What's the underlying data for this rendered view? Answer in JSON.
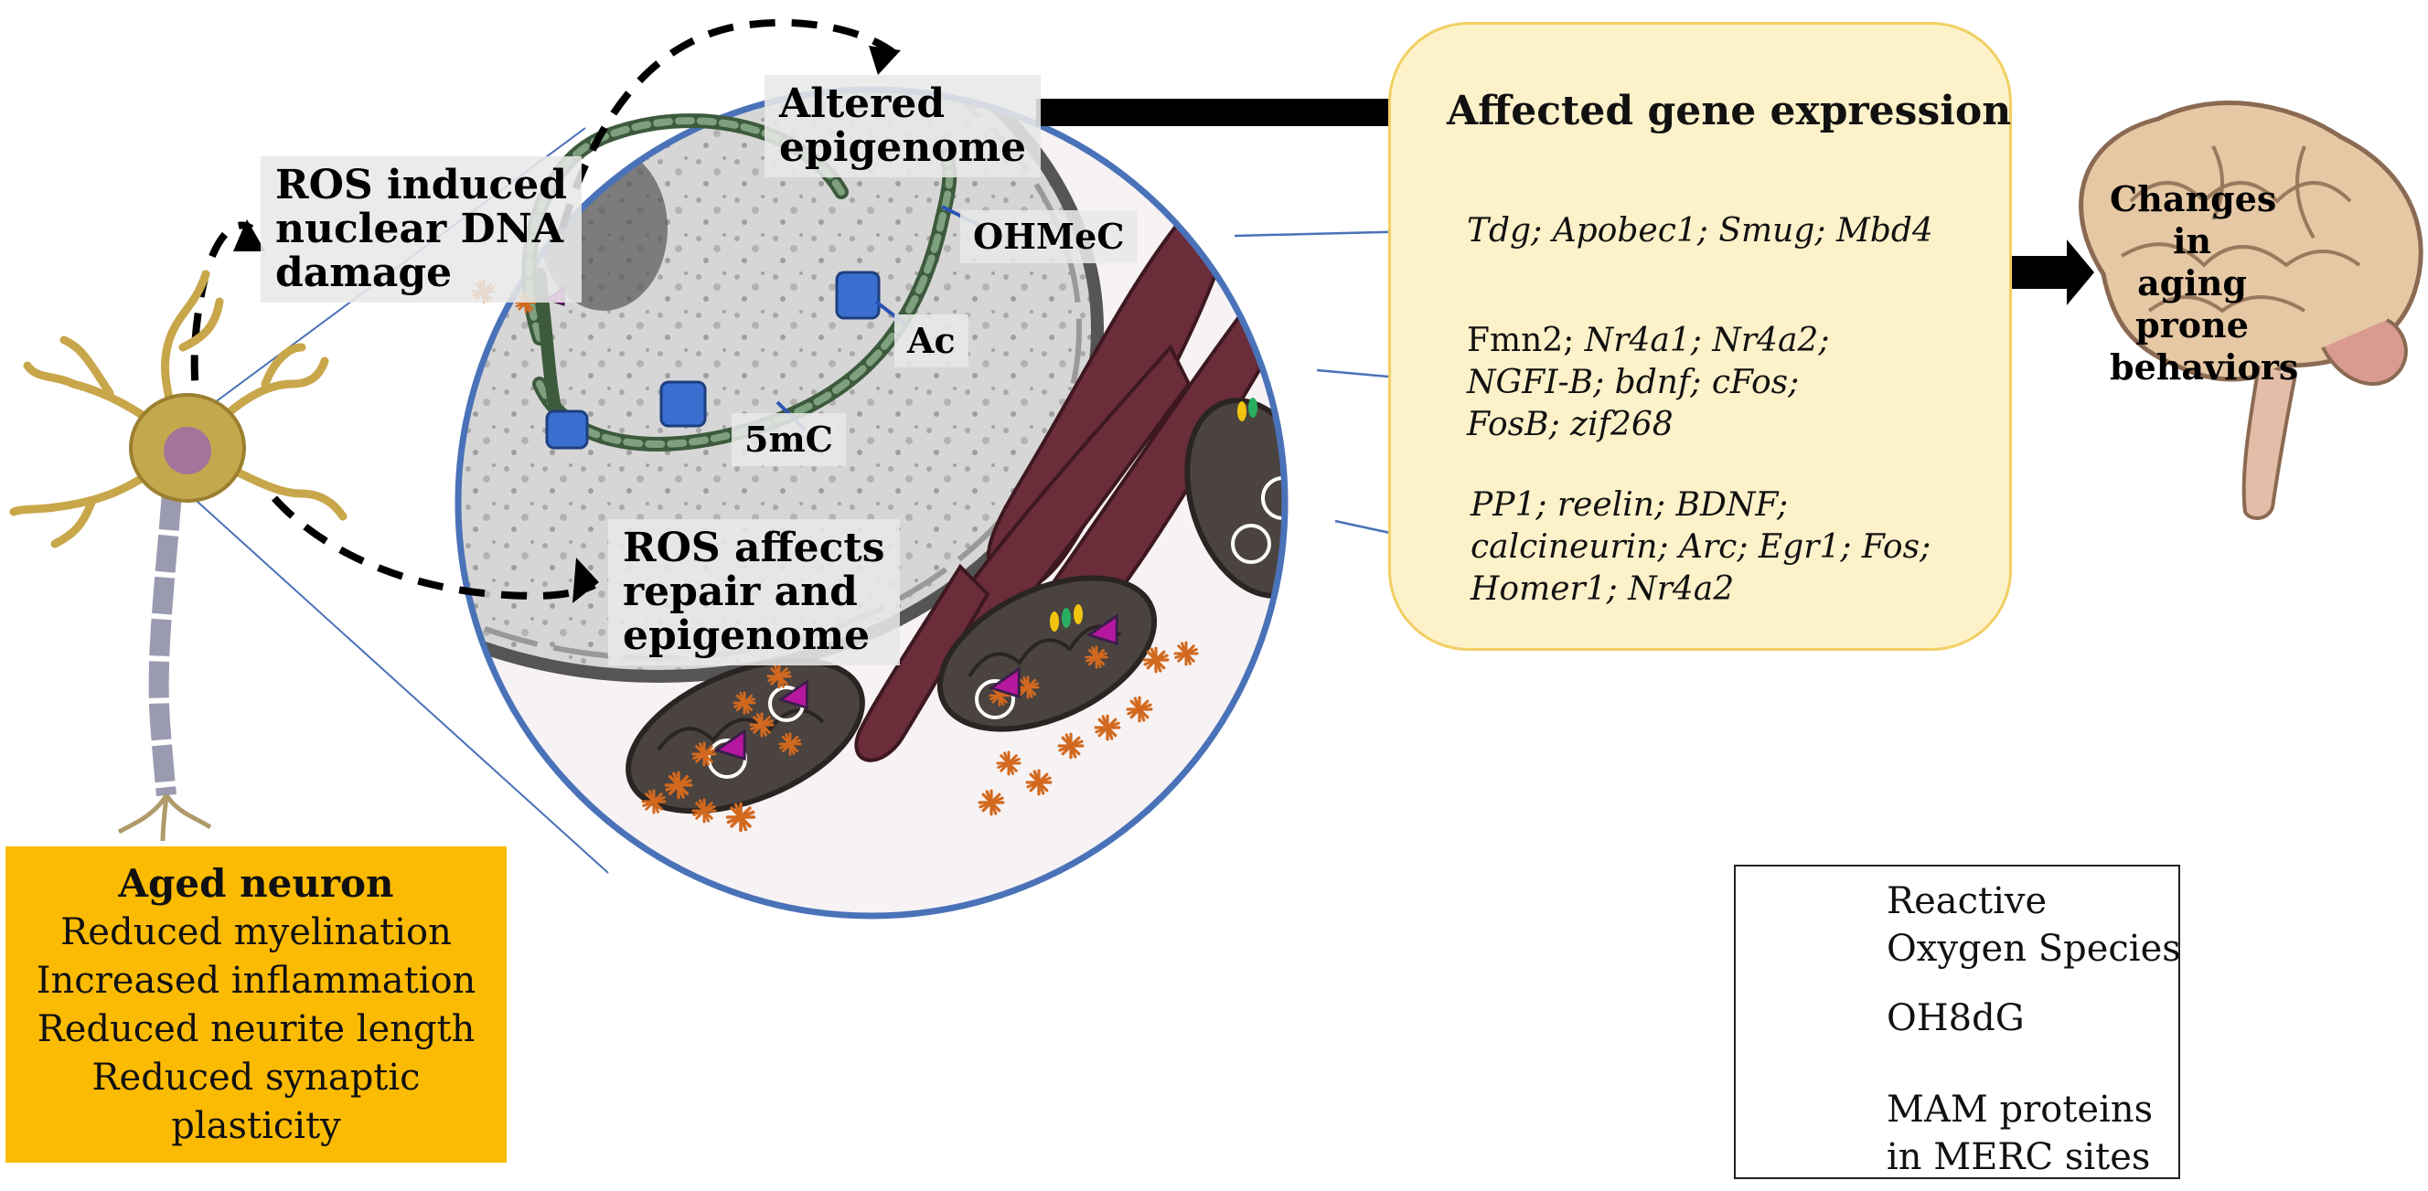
{
  "labels": {
    "altered_epigenome": [
      "Altered",
      "epigenome"
    ],
    "ros_nuclear_damage": [
      "ROS induced",
      "nuclear DNA",
      "damage"
    ],
    "ros_affects_repair": [
      "ROS affects",
      "repair and",
      "epigenome"
    ],
    "ohmec": "OHMeC",
    "ac": "Ac",
    "fivemc": "5mC"
  },
  "gene_expression": {
    "title": "Affected gene expression",
    "group1": "Tdg; Apobec1; Smug; Mbd4",
    "group2_plain": "Fmn2; ",
    "group2_line1": "Nr4a1; Nr4a2;",
    "group2_line2": "NGFI-B; bdnf; cFos;",
    "group2_line3": "FosB; zif268",
    "group3_line1": "PP1; reelin; BDNF;",
    "group3_line2": "calcineurin; Arc; Egr1; Fos;",
    "group3_line3": "Homer1; Nr4a2"
  },
  "brain": {
    "line1": "Changes in",
    "line2": "aging prone",
    "line3": "behaviors"
  },
  "aged_neuron": {
    "title": "Aged neuron",
    "items": [
      "Reduced myelination",
      "Increased inflammation",
      "Reduced neurite length",
      "Reduced synaptic",
      "plasticity"
    ]
  },
  "legend": {
    "ros_line1": "Reactive",
    "ros_line2": "Oxygen Species",
    "oh8dg": "OH8dG",
    "mam_line1": "MAM proteins",
    "mam_line2": "in MERC sites"
  },
  "colors": {
    "ros": "#d2691e",
    "oh8dg": "#b5179e",
    "circle_border": "#4a72b8",
    "gene_box": "#fdf1c9",
    "aged_box": "#fcbb03",
    "mito": "#4a4340",
    "er": "#6b2d3a"
  }
}
